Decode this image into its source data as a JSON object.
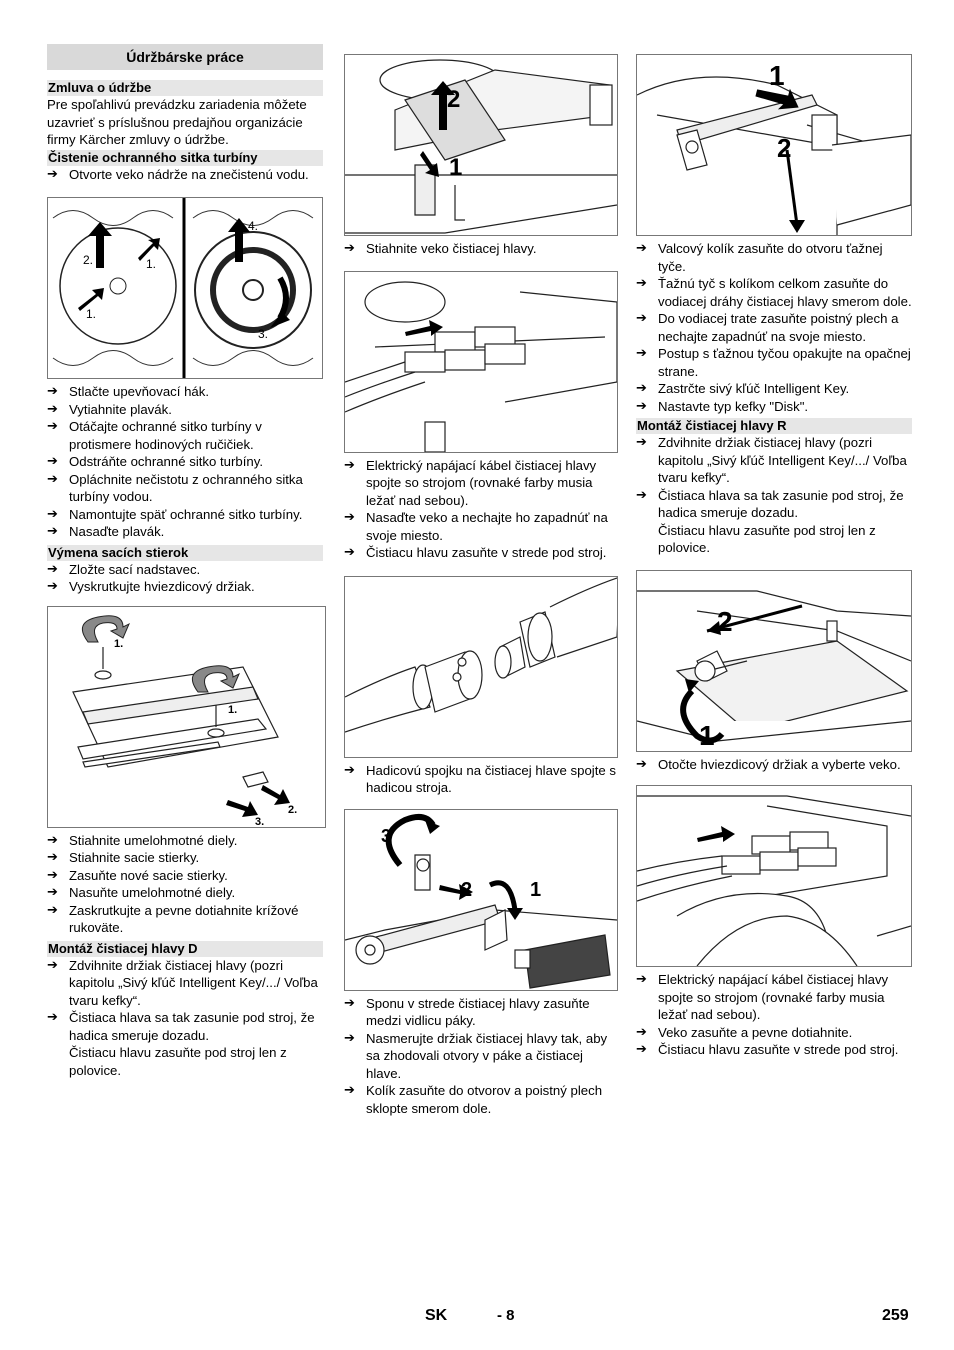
{
  "column1": {
    "main_heading": "Údržbárske práce",
    "maintenance_contract": {
      "heading": "Zmluva o údržbe",
      "text": "Pre spoľahlivú prevádzku zariadenia môžete uzavrieť s príslušnou predajňou organizácie firmy Kärcher zmluvy o údržbe."
    },
    "turbine_sieve": {
      "heading": "Čistenie ochranného sitka turbíny",
      "step_before": "Otvorte veko nádrže na znečistenú vodu.",
      "figure_labels": [
        "2.",
        "1.",
        "1.",
        "4.",
        "3."
      ],
      "steps": [
        "Stlačte upevňovací hák.",
        "Vytiahnite plavák.",
        "Otáčajte ochranné sitko turbíny v protismere hodinových ručičiek.",
        "Odstráňte ochranné sitko turbíny.",
        "Opláchnite nečistotu z ochranného sitka turbíny vodou.",
        "Namontujte späť ochranné sitko turbíny.",
        "Nasaďte plavák."
      ]
    },
    "squeegee": {
      "heading": "Výmena sacích stierok",
      "steps_before": [
        "Zložte sací nadstavec.",
        "Vyskrutkujte hviezdicový držiak."
      ],
      "figure_labels": [
        "1.",
        "1.",
        "2.",
        "3."
      ],
      "steps_after": [
        "Stiahnite umelohmotné diely.",
        "Stiahnite sacie stierky.",
        "Zasuňte nové sacie stierky.",
        "Nasuňte umelohmotné diely.",
        "Zaskrutkujte a pevne dotiahnite krížové rukoväte."
      ]
    },
    "mount_d": {
      "heading": "Montáž čistiacej hlavy D",
      "steps": [
        "Zdvihnite držiak čistiacej hlavy (pozri kapitolu „Sivý kľúč Intelligent Key/.../ Voľba tvaru kefky“.",
        "Čistiaca hlava sa tak zasunie pod stroj, že hadica smeruje dozadu."
      ],
      "note": "Čistiacu hlavu zasuňte pod stroj len z polovice."
    }
  },
  "column2": {
    "fig1_labels": [
      "2",
      "1"
    ],
    "step1": "Stiahnite veko čistiacej hlavy.",
    "steps2": [
      "Elektrický napájací kábel čistiacej hlavy spojte so strojom (rovnaké farby musia ležať nad sebou).",
      "Nasaďte veko a nechajte ho zapadnúť na svoje miesto.",
      "Čistiacu hlavu zasuňte v strede pod stroj."
    ],
    "step3": "Hadicovú spojku na čistiacej hlave spojte s hadicou stroja.",
    "fig4_labels": [
      "3",
      "2",
      "1"
    ],
    "steps4": [
      "Sponu v strede čistiacej hlavy zasuňte medzi vidlicu páky.",
      "Nasmerujte držiak čistiacej hlavy tak, aby sa zhodovali otvory v páke a čistiacej hlave.",
      "Kolík zasuňte do otvorov a poistný plech sklopte smerom dole."
    ]
  },
  "column3": {
    "fig1_labels": [
      "1",
      "2"
    ],
    "steps1": [
      "Valcový kolík zasuňte do otvoru ťažnej tyče.",
      "Ťažnú tyč s kolíkom celkom zasuňte do vodiacej dráhy čistiacej hlavy smerom dole.",
      "Do vodiacej trate zasuňte poistný plech a nechajte zapadnúť na svoje miesto.",
      "Postup s ťažnou tyčou opakujte na opačnej strane.",
      "Zastrčte sivý kľúč Intelligent Key.",
      "Nastavte typ kefky \"Disk\"."
    ],
    "mount_r": {
      "heading": "Montáž čistiacej hlavy R",
      "steps": [
        "Zdvihnite držiak čistiacej hlavy (pozri kapitolu „Sivý kľúč Intelligent Key/.../ Voľba tvaru kefky“.",
        "Čistiaca hlava sa tak zasunie pod stroj, že hadica smeruje dozadu."
      ],
      "note": "Čistiacu hlavu zasuňte pod stroj len z polovice."
    },
    "fig2_labels": [
      "2",
      "1"
    ],
    "step2": "Otočte hviezdicový držiak a vyberte veko.",
    "steps3": [
      "Elektrický napájací kábel čistiacej hlavy spojte so strojom (rovnaké farby musia ležať nad sebou).",
      "Veko zasuňte a pevne dotiahnite.",
      "Čistiacu hlavu zasuňte v strede pod stroj."
    ]
  },
  "footer": {
    "lang": "SK",
    "section": "- 8",
    "page": "259"
  }
}
